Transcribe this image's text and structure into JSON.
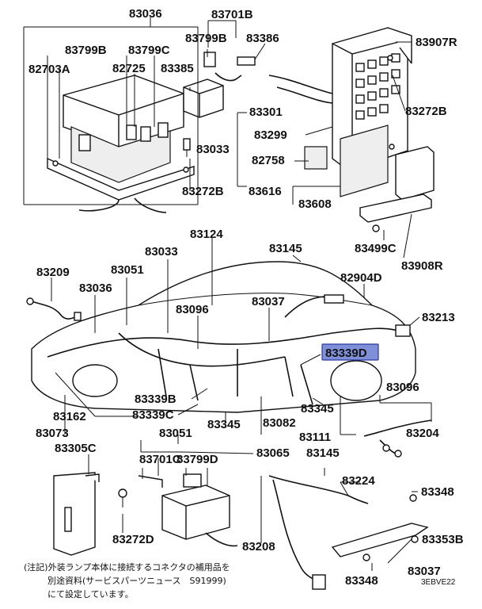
{
  "labels": {
    "l83036a": "83036",
    "l83701b": "83701B",
    "l83799b_a": "83799B",
    "l83799c": "83799C",
    "l83799b_b": "83799B",
    "l83386": "83386",
    "l83907r": "83907R",
    "l82703a": "82703A",
    "l82725": "82725",
    "l83385": "83385",
    "l83272b_a": "83272B",
    "l83301": "83301",
    "l83299": "83299",
    "l83033a": "83033",
    "l82758": "82758",
    "l83272b_b": "83272B",
    "l83616": "83616",
    "l83608": "83608",
    "l83124": "83124",
    "l83499c": "83499C",
    "l83908r": "83908R",
    "l83209": "83209",
    "l83033b": "83033",
    "l83145a": "83145",
    "l83051a": "83051",
    "l82904d": "82904D",
    "l83036b": "83036",
    "l83096a": "83096",
    "l83037a": "83037",
    "l83213": "83213",
    "l83339d": "83339D",
    "l83339b": "83339B",
    "l83345a": "83345",
    "l83096b": "83096",
    "l83162": "83162",
    "l83339c": "83339C",
    "l83082": "83082",
    "l83073": "83073",
    "l83051b": "83051",
    "l83345b": "83345",
    "l83111": "83111",
    "l83204": "83204",
    "l83305c": "83305C",
    "l83065": "83065",
    "l83145b": "83145",
    "l83701c": "83701C",
    "l83799d": "83799D",
    "l83224": "83224",
    "l83348a": "83348",
    "l83272d": "83272D",
    "l83353b": "83353B",
    "l83208": "83208",
    "l83037b": "83037",
    "l83348b": "83348"
  },
  "footnote": {
    "line1": "(注記)外装ランプ本体に接続するコネクタの補用品を",
    "line2": "別途資料(サービスパーツニュース　S91999)",
    "line3": "にて設定しています。"
  },
  "figure_code": "3EBVE22",
  "highlight_color": "#7f8fd8"
}
